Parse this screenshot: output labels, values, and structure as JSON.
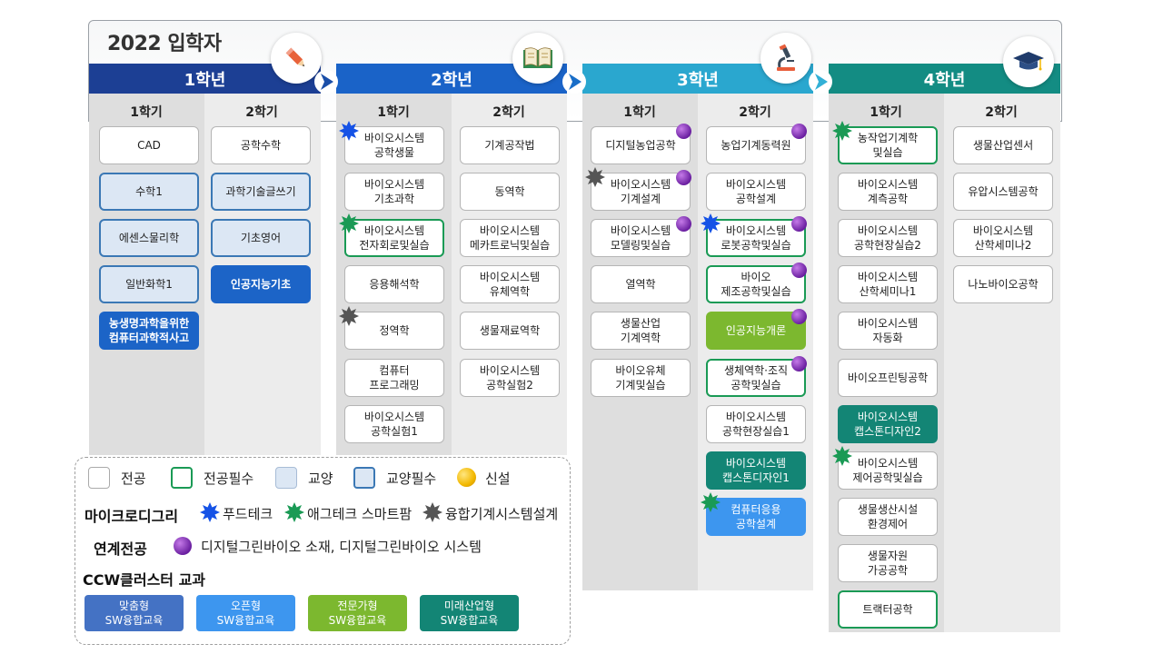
{
  "title": "2022 입학자",
  "years": [
    {
      "label": "1학년",
      "icon": "pencil-icon"
    },
    {
      "label": "2학년",
      "icon": "book-icon"
    },
    {
      "label": "3학년",
      "icon": "microscope-icon"
    },
    {
      "label": "4학년",
      "icon": "graduation-cap-icon"
    }
  ],
  "semester_labels": {
    "first": "1학기",
    "second": "2학기"
  },
  "colors": {
    "major_required_border": "#1a9a55",
    "general_bg": "#dce7f4",
    "general_required_border": "#3b78b5",
    "foodtech_star": "#1552e6",
    "agritech_star": "#1a9a55",
    "mechanical_star": "#555555",
    "linked_major_dot": "#7b2fbf",
    "new_dot": "#f2b800"
  },
  "courses": {
    "y1s1": [
      {
        "name": "CAD",
        "type": "major"
      },
      {
        "name": "수학1",
        "type": "genreq"
      },
      {
        "name": "에센스물리학",
        "type": "genreq"
      },
      {
        "name": "일반화학1",
        "type": "genreq"
      },
      {
        "name": "농생명과학을위한\n컴퓨터과학적사고",
        "type": "f-blue"
      }
    ],
    "y1s2": [
      {
        "name": "공학수학",
        "type": "major"
      },
      {
        "name": "과학기술글쓰기",
        "type": "genreq"
      },
      {
        "name": "기초영어",
        "type": "genreq"
      },
      {
        "name": "인공지능기초",
        "type": "f-blue"
      }
    ],
    "y2s1": [
      {
        "name": "바이오시스템\n공학생물",
        "type": "major",
        "star": "foodtech"
      },
      {
        "name": "바이오시스템\n기초과학",
        "type": "major"
      },
      {
        "name": "바이오시스템\n전자회로및실습",
        "type": "majreq",
        "star": "agritech"
      },
      {
        "name": "응용해석학",
        "type": "major"
      },
      {
        "name": "정역학",
        "type": "major",
        "star": "mechanical"
      },
      {
        "name": "컴퓨터\n프로그래밍",
        "type": "major"
      },
      {
        "name": "바이오시스템\n공학실험1",
        "type": "major"
      }
    ],
    "y2s2": [
      {
        "name": "기계공작법",
        "type": "major"
      },
      {
        "name": "동역학",
        "type": "major"
      },
      {
        "name": "바이오시스템\n메카트로닉및실습",
        "type": "major"
      },
      {
        "name": "바이오시스템\n유체역학",
        "type": "major"
      },
      {
        "name": "생물재료역학",
        "type": "major"
      },
      {
        "name": "바이오시스템\n공학실험2",
        "type": "major"
      }
    ],
    "y3s1": [
      {
        "name": "디지털농업공학",
        "type": "major",
        "dot": true
      },
      {
        "name": "바이오시스템\n기계설계",
        "type": "major",
        "dot": true,
        "star": "mechanical"
      },
      {
        "name": "바이오시스템\n모델링및실습",
        "type": "major",
        "dot": true
      },
      {
        "name": "열역학",
        "type": "major"
      },
      {
        "name": "생물산업\n기계역학",
        "type": "major"
      },
      {
        "name": "바이오유체\n기계및실습",
        "type": "major"
      }
    ],
    "y3s2": [
      {
        "name": "농업기계동력원",
        "type": "major",
        "dot": true
      },
      {
        "name": "바이오시스템\n공학설계",
        "type": "major"
      },
      {
        "name": "바이오시스템\n로봇공학및실습",
        "type": "majreq",
        "dot": true,
        "star": "foodtech"
      },
      {
        "name": "바이오\n제조공학및실습",
        "type": "majreq",
        "dot": true
      },
      {
        "name": "인공지능개론",
        "type": "f-green",
        "dot": true
      },
      {
        "name": "생체역학·조직\n공학및실습",
        "type": "majreq",
        "dot": true
      },
      {
        "name": "바이오시스템\n공학현장실습1",
        "type": "major"
      },
      {
        "name": "바이오시스템\n캡스톤디자인1",
        "type": "f-teal"
      },
      {
        "name": "컴퓨터응용\n공학설계",
        "type": "f-lightblue",
        "star": "agritech"
      }
    ],
    "y4s1": [
      {
        "name": "농작업기계학\n및실습",
        "type": "majreq",
        "star": "agritech"
      },
      {
        "name": "바이오시스템\n계측공학",
        "type": "major"
      },
      {
        "name": "바이오시스템\n공학현장실습2",
        "type": "major"
      },
      {
        "name": "바이오시스템\n산학세미나1",
        "type": "major"
      },
      {
        "name": "바이오시스템\n자동화",
        "type": "major"
      },
      {
        "name": "바이오프린팅공학",
        "type": "major"
      },
      {
        "name": "바이오시스템\n캡스톤디자인2",
        "type": "f-teal"
      },
      {
        "name": "바이오시스템\n제어공학및실습",
        "type": "major",
        "star": "agritech"
      },
      {
        "name": "생물생산시설\n환경제어",
        "type": "major"
      },
      {
        "name": "생물자원\n가공공학",
        "type": "major"
      },
      {
        "name": "트랙터공학",
        "type": "majreq"
      }
    ],
    "y4s2": [
      {
        "name": "생물산업센서",
        "type": "major"
      },
      {
        "name": "유압시스템공학",
        "type": "major"
      },
      {
        "name": "바이오시스템\n산학세미나2",
        "type": "major"
      },
      {
        "name": "나노바이오공학",
        "type": "major"
      }
    ]
  },
  "legend": {
    "major": "전공",
    "major_required": "전공필수",
    "general": "교양",
    "general_required": "교양필수",
    "new": "신설",
    "micro_degree_title": "마이크로디그리",
    "micro_degrees": [
      "푸드테크",
      "애그테크 스마트팜",
      "융합기계시스템설계"
    ],
    "linked_major_title": "연계전공",
    "linked_major_text": "디지털그린바이오 소재, 디지털그린바이오 시스템",
    "ccw_title": "CCW클러스터 교과",
    "ccw_items": [
      {
        "label": "맞춤형\nSW융합교육",
        "color": "#4472c4"
      },
      {
        "label": "오픈형\nSW융합교육",
        "color": "#3d96ef"
      },
      {
        "label": "전문가형\nSW융합교육",
        "color": "#7cb82f"
      },
      {
        "label": "미래산업형\nSW융합교육",
        "color": "#138575"
      }
    ]
  }
}
